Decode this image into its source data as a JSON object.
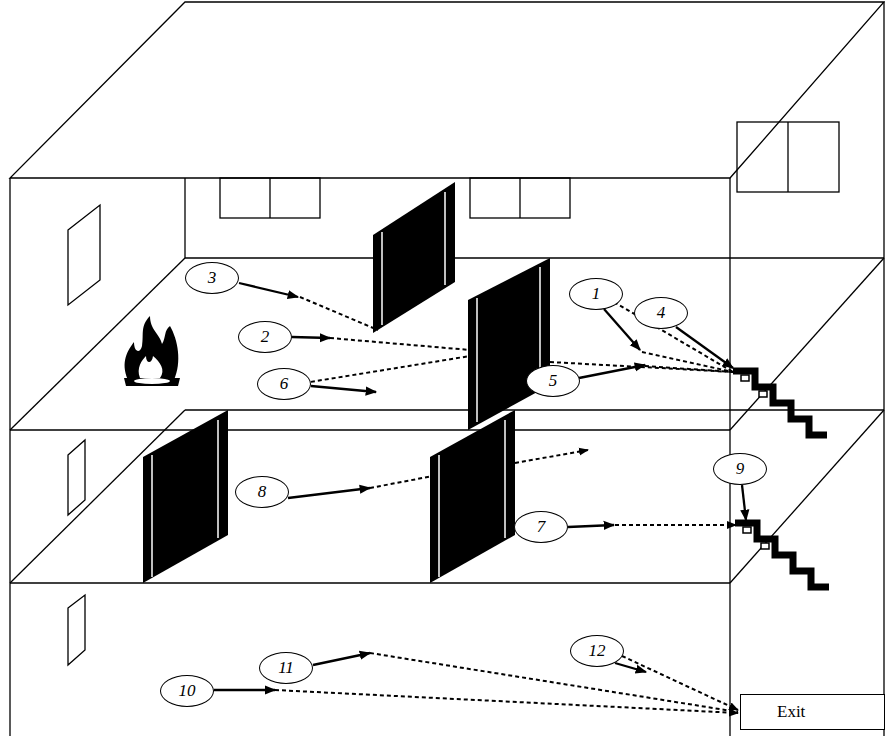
{
  "diagram": {
    "nodes": [
      {
        "text": [
          "3"
        ]
      },
      {
        "text": [
          "1"
        ]
      },
      {
        "text": [
          "4"
        ]
      },
      {
        "text": [
          "2"
        ]
      },
      {
        "text": [
          "6"
        ]
      },
      {
        "text": [
          "5"
        ]
      },
      {
        "text": [
          "9"
        ]
      },
      {
        "text": [
          "8"
        ]
      },
      {
        "text": [
          "7"
        ]
      },
      {
        "text": [
          "12"
        ]
      },
      {
        "text": [
          "11"
        ]
      },
      {
        "text": [
          "10"
        ]
      },
      {
        "text": [
          "Exit"
        ]
      }
    ]
  }
}
